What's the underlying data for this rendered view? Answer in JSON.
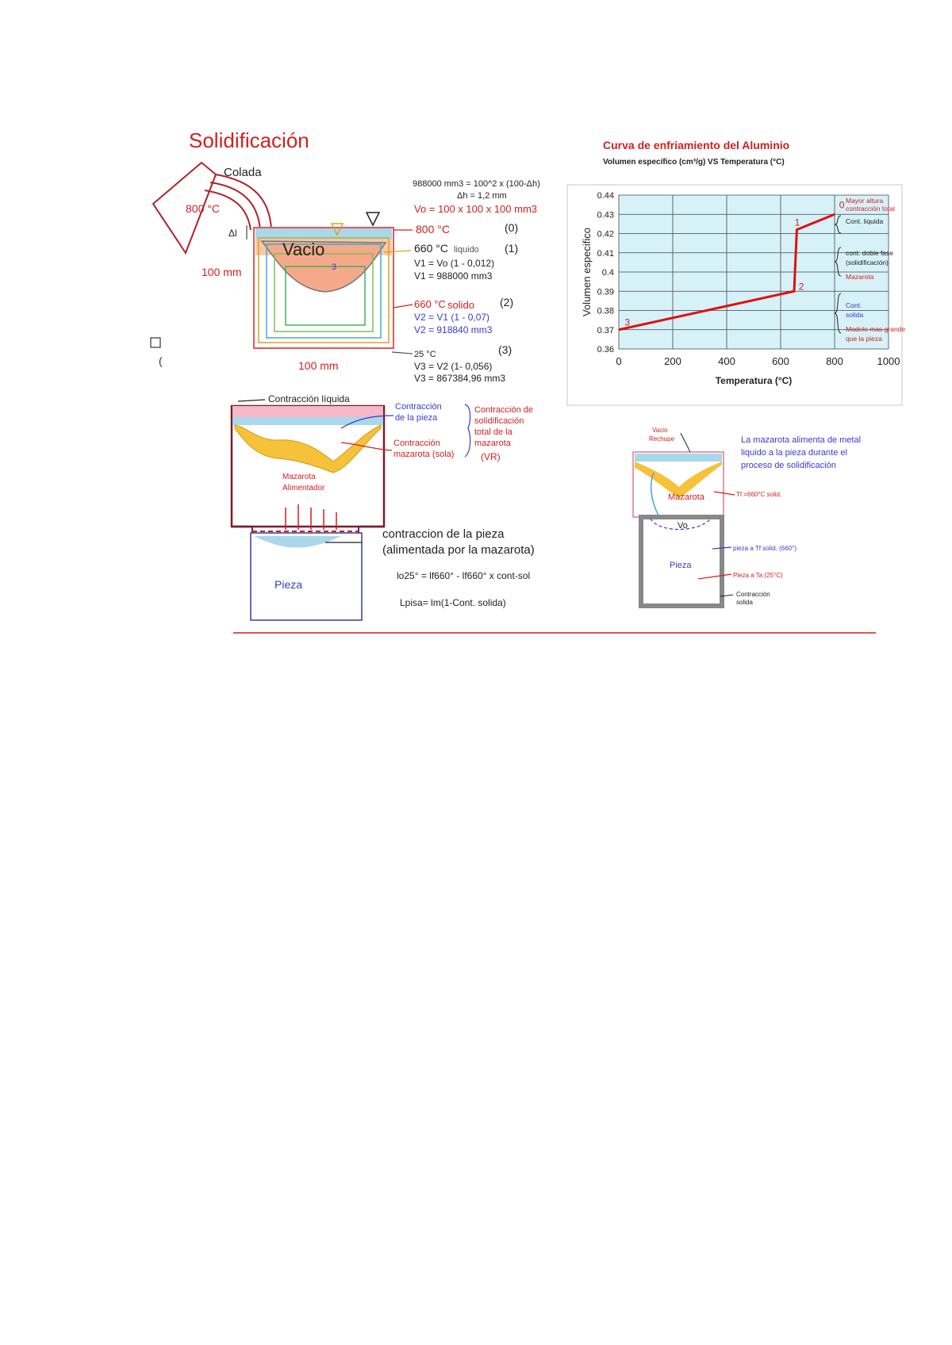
{
  "left": {
    "title": "Solidificación",
    "colada": "Colada",
    "temp_pour": "800 °C",
    "delta_label": "Δl",
    "vacio": "Vacio",
    "dim_left": "100 mm",
    "dim_bottom": "100 mm",
    "eq_top1": "988000 mm3 = 100^2 x (100-Δh)",
    "eq_top2": "Δh = 1,2 mm",
    "eq_v0": "Vo = 100 x 100 x 100 mm3",
    "state0_temp": "800 °C",
    "state0_num": "(0)",
    "state1_temp": "660 °C",
    "state1_phase": "liquido",
    "state1_num": "(1)",
    "state1_eq1": "V1 = Vo (1 - 0,012)",
    "state1_eq2": "V1 = 988000 mm3",
    "state2_temp": "660 °C",
    "state2_phase": "solido",
    "state2_num": "(2)",
    "state2_eq1": "V2 = V1 (1 - 0,07)",
    "state2_eq2": "V2 = 918840 mm3",
    "state3_temp": "25 °C",
    "state3_num": "(3)",
    "state3_eq1": "V3 = V2 (1- 0,056)",
    "state3_eq2": "V3 = 867384,96 mm3",
    "marker_3": "3"
  },
  "chart_title": "Curva de enfriamiento del Aluminio",
  "chart_subtitle": "Volumen específico (cm³/g) VS Temperatura (°C)",
  "chart_data": {
    "type": "line",
    "title": "Curva de enfriamiento del Aluminio",
    "xlabel": "Temperatura (°C)",
    "ylabel": "Volumen especifico",
    "xlim": [
      0,
      1000
    ],
    "ylim": [
      0.36,
      0.44
    ],
    "xticks": [
      "0",
      "200",
      "400",
      "600",
      "800",
      "1000"
    ],
    "yticks": [
      "0.36",
      "0.37",
      "0.38",
      "0.39",
      "0.4",
      "0.41",
      "0.42",
      "0.43",
      "0.44"
    ],
    "grid": true,
    "series": [
      {
        "x": [
          0,
          650,
          660,
          800
        ],
        "y": [
          0.37,
          0.39,
          0.422,
          0.43
        ]
      }
    ],
    "point_labels": [
      {
        "label": "3",
        "x": 10,
        "y": 0.3705
      },
      {
        "label": "2",
        "x": 655,
        "y": 0.389
      },
      {
        "label": "1",
        "x": 640,
        "y": 0.4225
      },
      {
        "label": "0",
        "x": 805,
        "y": 0.4315
      }
    ],
    "annotations": [
      "Mayor altura",
      "contracción total",
      "Cont. liquida",
      "cont. doble fase",
      "(solidificación)",
      "Mazarota",
      "Cont.",
      "solida",
      "Modelo mas grande",
      "que la pieza"
    ]
  },
  "mid": {
    "contraccion_liquida": "Contracción líquida",
    "contraccion_pieza1": "Contracción",
    "contraccion_pieza2": "de la pieza",
    "contraccion_mazarota1": "Contracción",
    "contraccion_mazarota2": "mazarota (sola)",
    "total1": "Contracción de",
    "total2": "solidificación",
    "total3": "total de la",
    "total4": "mazarota",
    "total5": "(VR)",
    "mazarota1": "Mazarota",
    "mazarota2": "Alimentador",
    "pieza_contr1": "contraccion de la pieza",
    "pieza_contr2": "(alimentada por la mazarota)",
    "pieza": "Pieza",
    "formula1": "lo25° = lf660° - lf660° x cont-sol",
    "formula2": "Lpisa= lm(1-Cont. solida)"
  },
  "right": {
    "vacio1": "Vacio",
    "vacio2": "Rechupe",
    "desc1": "La mazarota alimenta de metal",
    "desc2": "liquido a la pieza durante el",
    "desc3": "proceso de solidificación",
    "mazarota": "Mazarota",
    "tf": "Tf =660°C solid.",
    "vo": "Vo",
    "pieza_tf": "pieza a Tf solid. (660°)",
    "pieza": "Pieza",
    "pieza_ta": "Pieza a Ta (25°C)",
    "contr1": "Contracción",
    "contr2": "solida"
  },
  "colors": {
    "title_red": "#d21f1f",
    "chart_bg": "#d6f2f8",
    "line_red": "#e01010",
    "mazarota_yellow": "#f6c23a",
    "liquid_blue": "#a8d8ea",
    "pink": "#f4b8c8"
  }
}
